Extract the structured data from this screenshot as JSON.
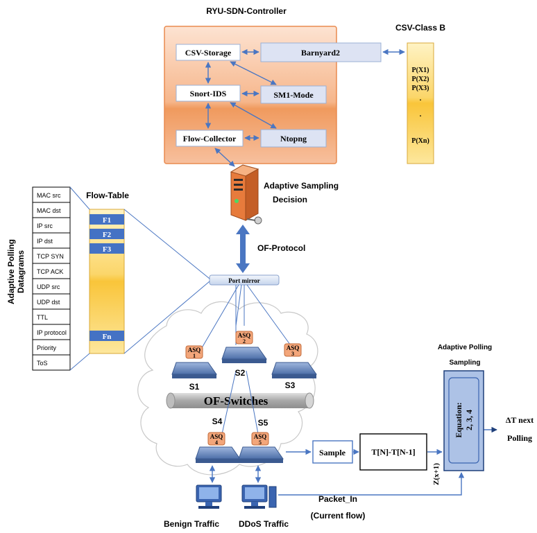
{
  "controller": {
    "title": "RYU-SDN-Controller",
    "csv_storage": "CSV-Storage",
    "barnyard": "Barnyard2",
    "snort": "Snort-IDS",
    "sm1": "SM1-Mode",
    "flow_collector": "Flow-Collector",
    "ntopng": "Ntopng"
  },
  "csv_class": {
    "title": "CSV-Class B",
    "items": [
      "P(X1)",
      "P(X2)",
      "P(X3)",
      ".",
      ".",
      "P(Xn)"
    ]
  },
  "adaptive_sampling": {
    "line1": "Adaptive Sampling",
    "line2": "Decision"
  },
  "of_protocol": "OF-Protocol",
  "port_mirror": "Port mirror",
  "flow_table": {
    "title": "Flow-Table",
    "entries": [
      "F1",
      "F2",
      "F3",
      "Fn"
    ]
  },
  "datagram_fields": [
    "MAC src",
    "MAC dst",
    "IP src",
    "IP dst",
    "TCP SYN",
    "TCP ACK",
    "UDP src",
    "UDP dst",
    "TTL",
    "IP protocol",
    "Priority",
    "ToS"
  ],
  "vertical_label": {
    "line1": "Adaptive Polling",
    "line2": "Datagrams"
  },
  "switches": {
    "s1": {
      "asq": "ASQ",
      "num": "1",
      "label": "S1"
    },
    "s2": {
      "asq": "ASQ",
      "num": "2",
      "label": "S2"
    },
    "s3": {
      "asq": "ASQ",
      "num": "3",
      "label": "S3"
    },
    "s4": {
      "asq": "ASQ",
      "num": "4",
      "label": "S4"
    },
    "s5": {
      "asq": "ASQ",
      "num": "5",
      "label": "S5"
    }
  },
  "of_switches": "OF-Switches",
  "sample": "Sample",
  "tdiff": "T[N]-T[N-1]",
  "zx": "Z(x+1)",
  "polling_sampling": {
    "line1": "Adaptive Polling",
    "line2": "Sampling"
  },
  "equation": {
    "line1": "Equation:",
    "line2": "2, 3, 4"
  },
  "delta": {
    "line1": "ΔT next",
    "line2": "Polling"
  },
  "packet_in": {
    "line1": "Packet_In",
    "line2": "(Current flow)"
  },
  "benign": "Benign Traffic",
  "ddos": "DDoS Traffic",
  "colors": {
    "controller_orange": "#f4a77a",
    "inner_box": "#dde3f3",
    "flowtable_yellow": "#fbd66a",
    "entry_blue": "#4472c4",
    "arrow_blue": "#4a76c2",
    "equation_blue": "#adc2e6",
    "asq_orange": "#f3a67a"
  }
}
